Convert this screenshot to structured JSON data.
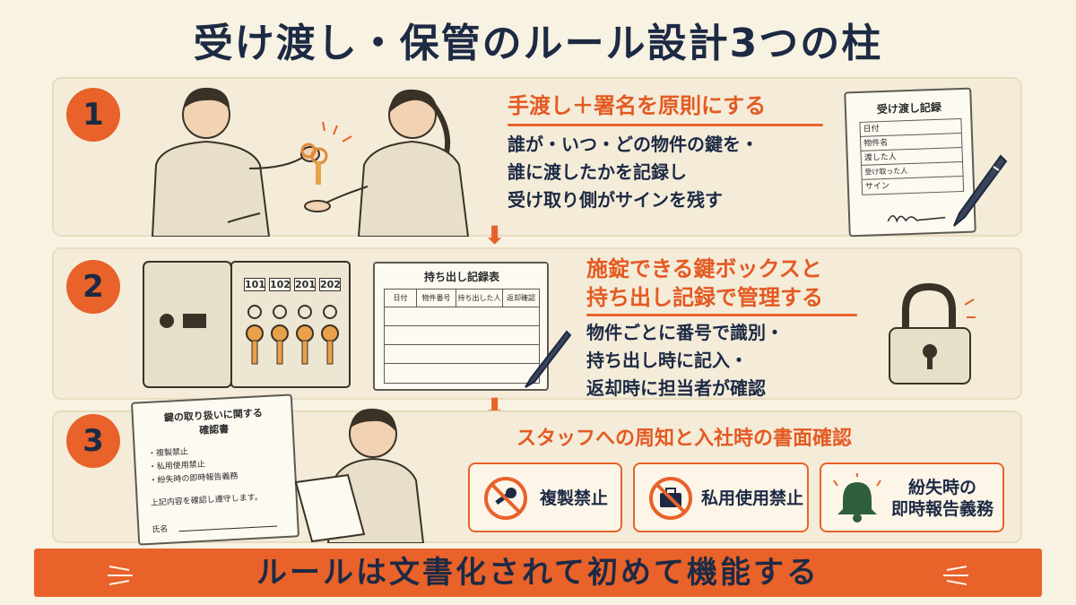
{
  "title": "受け渡し・保管のルール設計3つの柱",
  "colors": {
    "accent": "#e8622a",
    "navy": "#1d2a44",
    "background": "#f8f2e2"
  },
  "pillars": [
    {
      "number": "1",
      "heading": "手渡し＋署名を原則にする",
      "lines": [
        "誰が・いつ・どの物件の鍵を・",
        "誰に渡したかを記録し",
        "受け取り側がサインを残す"
      ],
      "form": {
        "title": "受け渡し記録",
        "rows": [
          "日付",
          "物件名",
          "渡した人",
          "受け取った人",
          "サイン"
        ]
      }
    },
    {
      "number": "2",
      "heading_lines": [
        "施錠できる鍵ボックスと",
        "持ち出し記録で管理する"
      ],
      "lines": [
        "物件ごとに番号で識別・",
        "持ち出し時に記入・",
        "返却時に担当者が確認"
      ],
      "key_tags": [
        "101",
        "102",
        "201",
        "202"
      ],
      "log": {
        "title": "持ち出し記録表",
        "columns": [
          "日付",
          "物件番号",
          "持ち出した人",
          "返却確認"
        ]
      }
    },
    {
      "number": "3",
      "heading": "スタッフへの周知と入社時の書面確認",
      "letter": {
        "title_lines": [
          "鍵の取り扱いに関する",
          "確認書"
        ],
        "items": [
          "・複製禁止",
          "・私用使用禁止",
          "・紛失時の即時報告義務"
        ],
        "statement": "上記内容を確認し遵守します。",
        "name_label": "氏名"
      },
      "rules": [
        {
          "icon": "no-key-copy-icon",
          "label_lines": [
            "複製禁止"
          ]
        },
        {
          "icon": "no-private-use-icon",
          "label_lines": [
            "私用使用禁止"
          ]
        },
        {
          "icon": "bell-icon",
          "label_lines": [
            "紛失時の",
            "即時報告義務"
          ]
        }
      ]
    }
  ],
  "banner": "ルールは文書化されて初めて機能する"
}
